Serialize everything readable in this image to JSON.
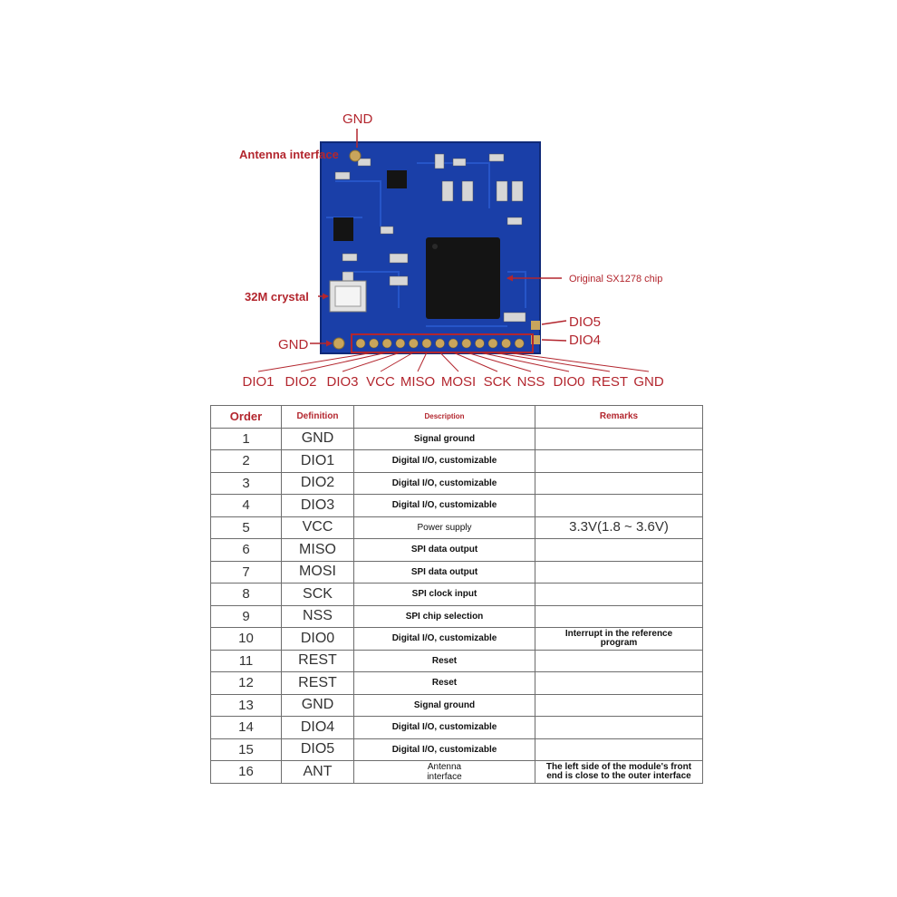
{
  "diagram": {
    "labels": {
      "gnd_top": "GND",
      "antenna": "Antenna interface",
      "chip": "Original SX1278 chip",
      "crystal": "32M crystal",
      "dio5": "DIO5",
      "dio4": "DIO4",
      "gnd_left": "GND"
    },
    "bottom_pins": [
      "DIO1",
      "DIO2",
      "DIO3",
      "VCC",
      "MISO",
      "MOSI",
      "SCK",
      "NSS",
      "DIO0",
      "REST",
      "GND"
    ],
    "colors": {
      "label_red": "#b3262e",
      "pcb_blue": "#1a3fa8",
      "chip_black": "#141414",
      "pad_gold": "#c9a55c"
    }
  },
  "table": {
    "headers": {
      "order": "Order",
      "definition": "Definition",
      "description": "Description",
      "remarks": "Remarks"
    },
    "rows": [
      {
        "order": "1",
        "definition": "GND",
        "description": "Signal ground",
        "remarks": ""
      },
      {
        "order": "2",
        "definition": "DIO1",
        "description": "Digital I/O, customizable",
        "remarks": ""
      },
      {
        "order": "3",
        "definition": "DIO2",
        "description": "Digital I/O, customizable",
        "remarks": ""
      },
      {
        "order": "4",
        "definition": "DIO3",
        "description": "Digital I/O, customizable",
        "remarks": ""
      },
      {
        "order": "5",
        "definition": "VCC",
        "description": "Power supply",
        "remarks": "3.3V(1.8 ~ 3.6V)"
      },
      {
        "order": "6",
        "definition": "MISO",
        "description": "SPI data output",
        "remarks": ""
      },
      {
        "order": "7",
        "definition": "MOSI",
        "description": "SPI data output",
        "remarks": ""
      },
      {
        "order": "8",
        "definition": "SCK",
        "description": "SPI clock input",
        "remarks": ""
      },
      {
        "order": "9",
        "definition": "NSS",
        "description": "SPI chip selection",
        "remarks": ""
      },
      {
        "order": "10",
        "definition": "DIO0",
        "description": "Digital I/O, customizable",
        "remarks_lines": [
          "Interrupt in the reference",
          "program"
        ]
      },
      {
        "order": "11",
        "definition": "REST",
        "description": "Reset",
        "remarks": ""
      },
      {
        "order": "12",
        "definition": "REST",
        "description": "Reset",
        "remarks": ""
      },
      {
        "order": "13",
        "definition": "GND",
        "description": "Signal ground",
        "remarks": ""
      },
      {
        "order": "14",
        "definition": "DIO4",
        "description": "Digital I/O, customizable",
        "remarks": ""
      },
      {
        "order": "15",
        "definition": "DIO5",
        "description": "Digital I/O, customizable",
        "remarks": ""
      },
      {
        "order": "16",
        "definition": "ANT",
        "description_lines": [
          "Antenna",
          "interface"
        ],
        "remarks_lines": [
          "The left side of the module's front",
          "end is close to the outer interface"
        ]
      }
    ]
  }
}
